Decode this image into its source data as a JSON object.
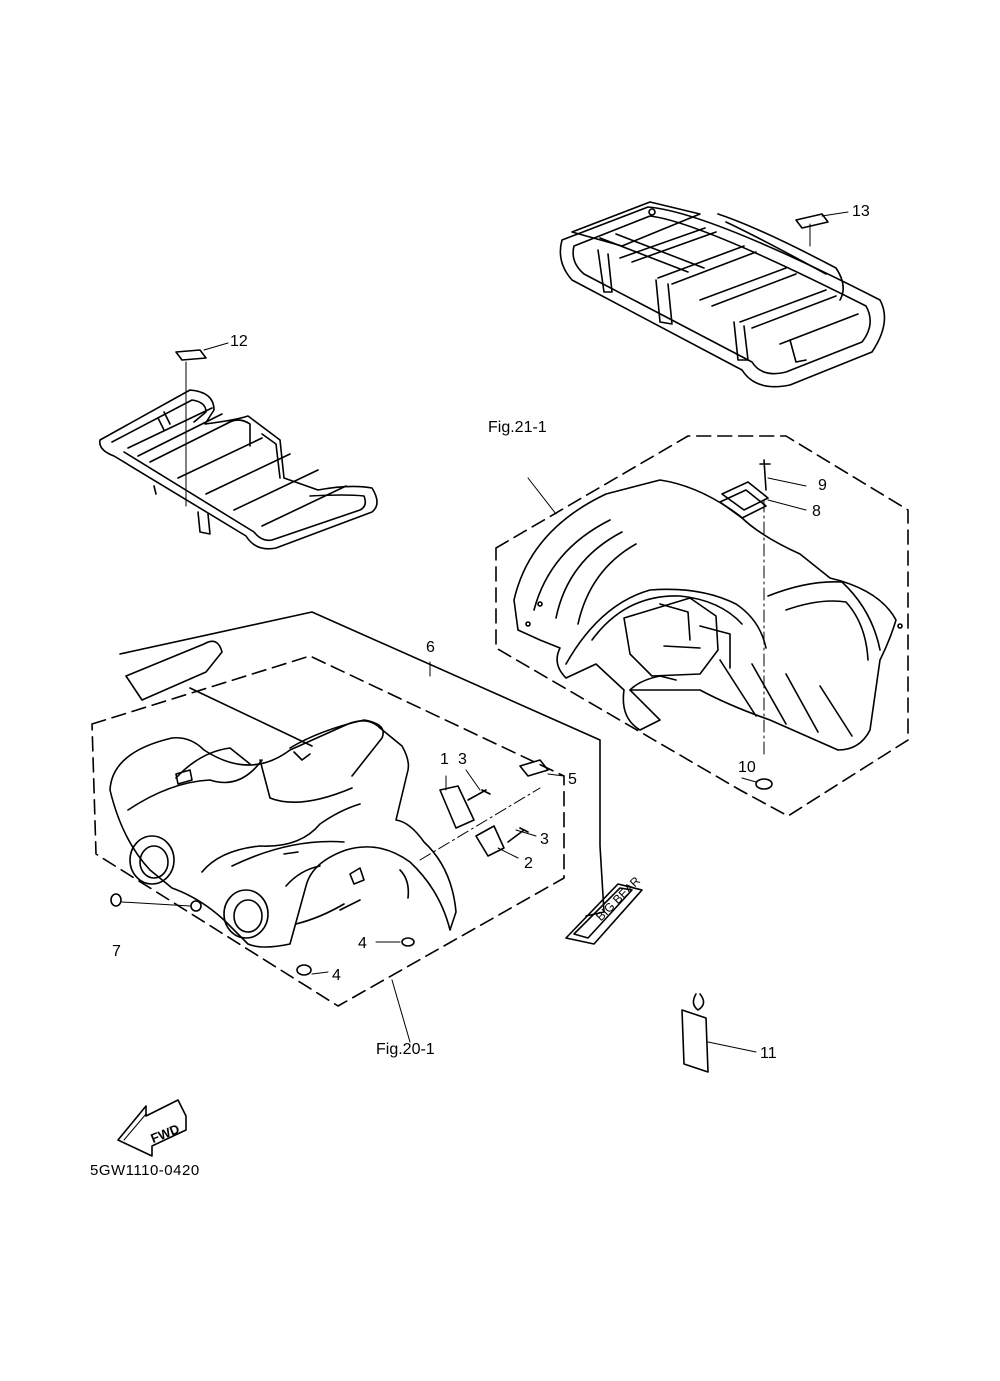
{
  "callouts": {
    "c1": "1",
    "c2": "2",
    "c3a": "3",
    "c3b": "3",
    "c4a": "4",
    "c4b": "4",
    "c5": "5",
    "c6": "6",
    "c7": "7",
    "c8": "8",
    "c9": "9",
    "c10": "10",
    "c11": "11",
    "c12": "12",
    "c13": "13"
  },
  "figure_refs": {
    "front_fender": "Fig.20-1",
    "rear_fender": "Fig.21-1"
  },
  "direction_arrow": {
    "label": "FWD",
    "icon": "fwd-arrow-icon"
  },
  "emblem_text": "BIG BEAR",
  "diagram_code": "5GW1110-0420"
}
